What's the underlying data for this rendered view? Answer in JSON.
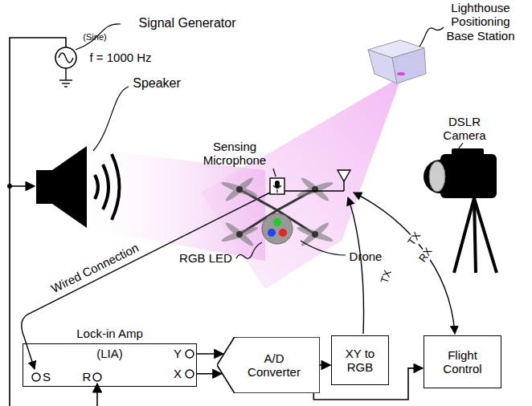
{
  "diagram": {
    "nodes": [
      {
        "text": [
          "Lock-in Amp",
          "(LIA)"
        ]
      },
      {
        "text": [
          "A/D Converter"
        ]
      },
      {
        "text": [
          "XY to RGB"
        ]
      },
      {
        "text": [
          "Flight Control"
        ]
      }
    ],
    "edges": [
      {
        "from": 0,
        "to": 1,
        "arrow": "to"
      },
      {
        "from": 0,
        "to": 1,
        "arrow": "to"
      },
      {
        "from": 1,
        "to": 2,
        "arrow": "to"
      },
      {
        "from": 1,
        "to": 3,
        "arrow": "to"
      }
    ],
    "labels": [
      "Signal Generator",
      "(Sine)",
      "f = 1000 Hz",
      "Speaker",
      "Sensing Microphone",
      "Lighthouse Positioning Base Station",
      "DSLR Camera",
      "Drone",
      "RGB LED",
      "Wired Connection",
      "Y",
      "X",
      "S",
      "R",
      "TX",
      "TX",
      "RX"
    ]
  }
}
